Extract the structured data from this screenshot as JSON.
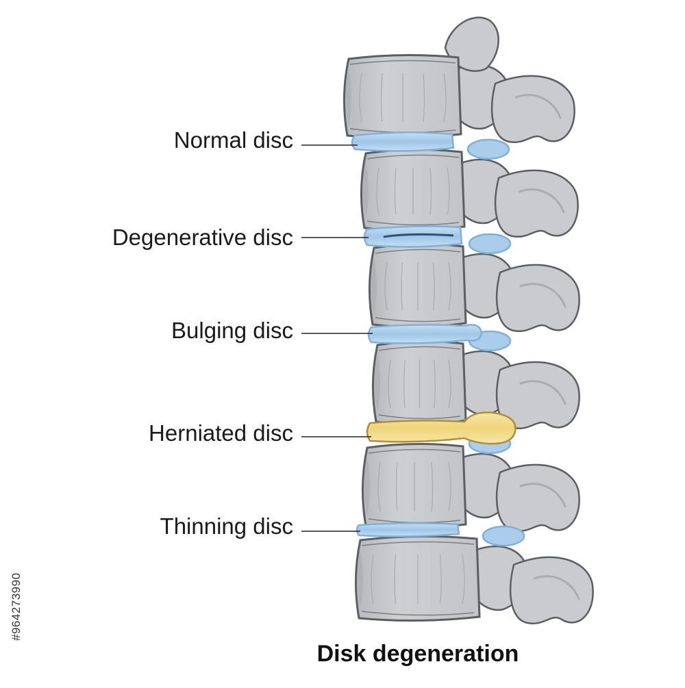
{
  "diagram": {
    "title": "Disk degeneration",
    "labels": [
      "Normal disc",
      "Degenerative disc",
      "Bulging disc",
      "Herniated disc",
      "Thinning disc"
    ],
    "colors": {
      "bone_fill": "#c9cbce",
      "bone_shadow": "#a9acb0",
      "bone_outline": "#5b5e62",
      "disc_blue": "#a9cdea",
      "disc_blue_dark": "#7fb0d9",
      "herniated_yellow": "#f3dc8a",
      "herniated_outline": "#b08f3a",
      "leader_line": "#222222"
    }
  },
  "watermark": {
    "stock_id": "#964273990"
  }
}
